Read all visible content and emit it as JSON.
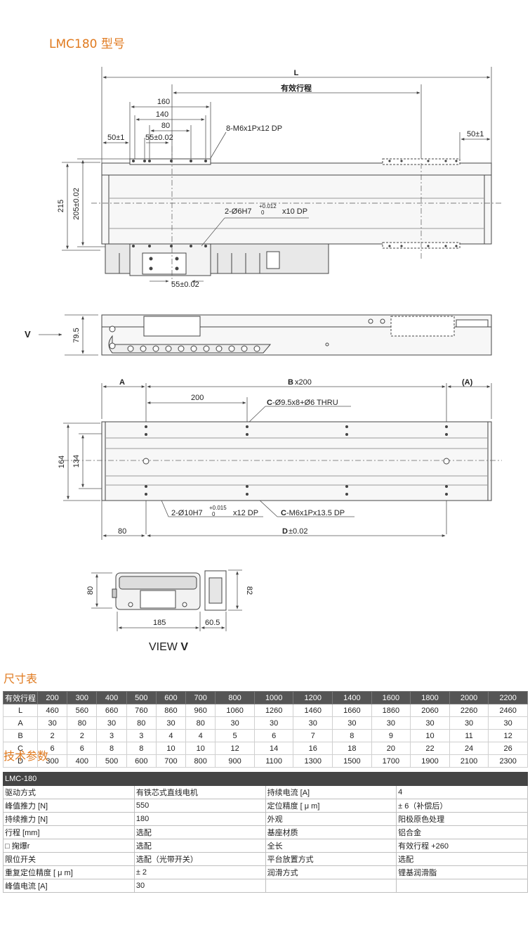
{
  "model_title": "LMC180 型号",
  "drawing": {
    "top": {
      "L": "L",
      "stroke": "有效行程",
      "d160": "160",
      "d140": "140",
      "d80": "80",
      "d50_left": "50±1",
      "d55_top": "55±0.02",
      "holes_top": "8-M6x1Px12 DP",
      "d50_right": "50±1",
      "d215": "215",
      "d205": "205±0.02",
      "pin_prefix": "2-Ø6H7",
      "pin_tol_up": "+0.012",
      "pin_tol_down": "0",
      "pin_suffix": "x10 DP",
      "d55_bottom": "55±0.02"
    },
    "side": {
      "v_label": "V",
      "d79": "79.5"
    },
    "base": {
      "A": "A",
      "B": "B",
      "Bx200": "x200",
      "A_paren": "(A)",
      "d200": "200",
      "thru_C": "C",
      "thru": "-Ø9.5x8+Ø6 THRU",
      "d164": "164",
      "d134": "134",
      "pin10_prefix": "2-Ø10H7",
      "pin10_tol_up": "+0.015",
      "pin10_tol_down": "0",
      "pin10_suffix": "x12 DP",
      "m6_C": "C",
      "m6": "-M6x1Px13.5 DP",
      "d80": "80",
      "D": "D",
      "D_tol": "±0.02"
    },
    "end": {
      "d80": "80",
      "d82": "82",
      "d185": "185",
      "d60": "60.5",
      "view_word": "VIEW ",
      "view_letter": "V"
    }
  },
  "dim_table": {
    "title": "尺寸表",
    "header_label": "有效行程",
    "strokes": [
      "200",
      "300",
      "400",
      "500",
      "600",
      "700",
      "800",
      "1000",
      "1200",
      "1400",
      "1600",
      "1800",
      "2000",
      "2200"
    ],
    "rows": [
      {
        "label": "L",
        "values": [
          "460",
          "560",
          "660",
          "760",
          "860",
          "960",
          "1060",
          "1260",
          "1460",
          "1660",
          "1860",
          "2060",
          "2260",
          "2460"
        ]
      },
      {
        "label": "A",
        "values": [
          "30",
          "80",
          "30",
          "80",
          "30",
          "80",
          "30",
          "30",
          "30",
          "30",
          "30",
          "30",
          "30",
          "30"
        ]
      },
      {
        "label": "B",
        "values": [
          "2",
          "2",
          "3",
          "3",
          "4",
          "4",
          "5",
          "6",
          "7",
          "8",
          "9",
          "10",
          "11",
          "12"
        ]
      },
      {
        "label": "C",
        "values": [
          "6",
          "6",
          "8",
          "8",
          "10",
          "10",
          "12",
          "14",
          "16",
          "18",
          "20",
          "22",
          "24",
          "26"
        ]
      },
      {
        "label": "D",
        "values": [
          "300",
          "400",
          "500",
          "600",
          "700",
          "800",
          "900",
          "1100",
          "1300",
          "1500",
          "1700",
          "1900",
          "2100",
          "2300"
        ]
      }
    ]
  },
  "spec_table": {
    "title": "技术参数",
    "header": "LMC-180",
    "rows": [
      [
        "驱动方式",
        "有铁芯式直线电机",
        "持续电流 [A]",
        "4"
      ],
      [
        "峰值推力 [N]",
        "550",
        "定位精度 [ μ m]",
        "± 6（补偿后）"
      ],
      [
        "持续推力 [N]",
        "180",
        "外观",
        "阳极原色处理"
      ],
      [
        "行程 [mm]",
        "选配",
        "基座材质",
        "铝合金"
      ],
      [
        "□ 掬爆r",
        "选配",
        "全长",
        "有效行程 +260"
      ],
      [
        "限位开关",
        "选配（光带开关）",
        "平台放置方式",
        "选配"
      ],
      [
        "重复定位精度 [ μ m]",
        "± 2",
        "润滑方式",
        "锂基润滑脂"
      ],
      [
        "峰值电流 [A]",
        "30",
        "",
        ""
      ]
    ]
  }
}
